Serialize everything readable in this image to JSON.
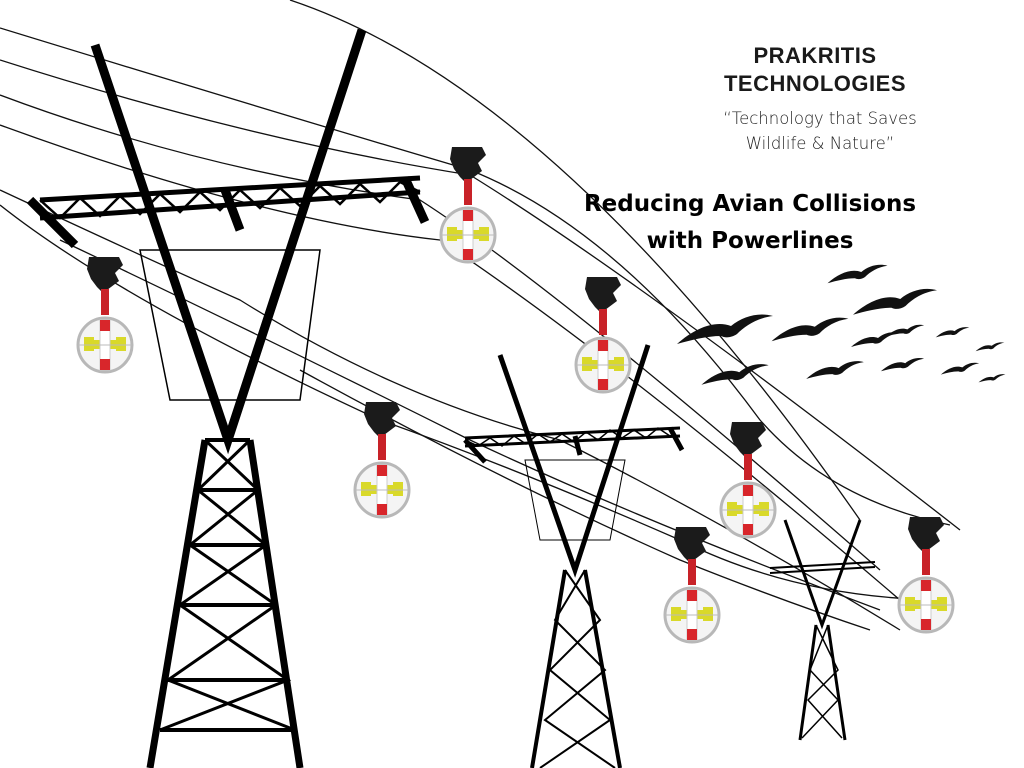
{
  "brand": {
    "line1": "PRAKRITIS",
    "line2": "TECHNOLOGIES"
  },
  "tagline": {
    "line1": "“Technology that Saves",
    "line2": "Wildlife & Nature”"
  },
  "headline": {
    "line1": "Reducing Avian Collisions",
    "line2": "with Powerlines"
  },
  "colors": {
    "diverter_red": "#d8262b",
    "diverter_yellow": "#d9d92a",
    "tower": "#000000"
  }
}
